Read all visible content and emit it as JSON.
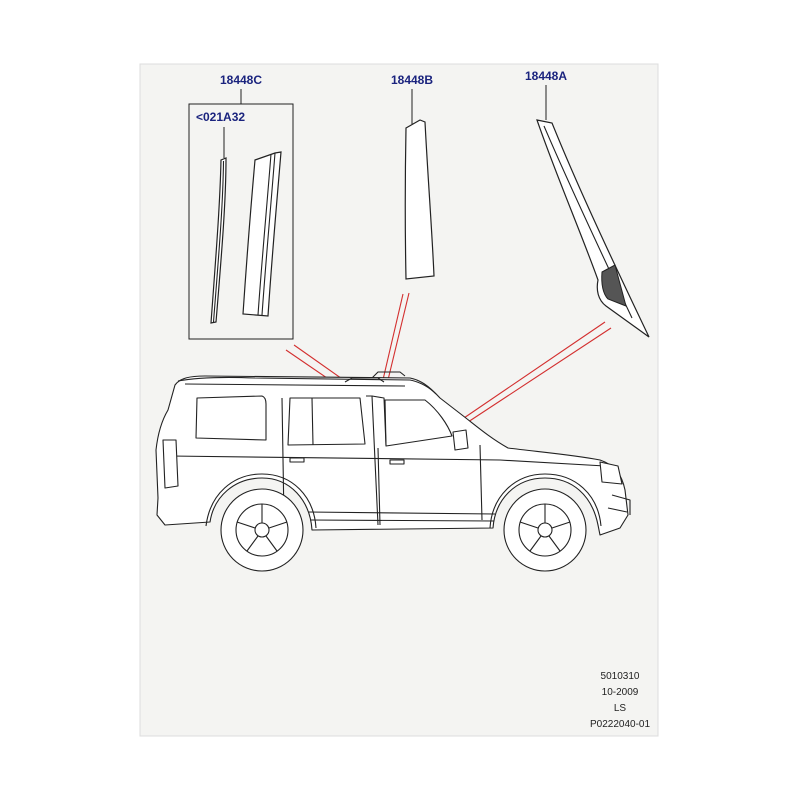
{
  "callouts": {
    "part_c": "18448C",
    "part_b": "18448B",
    "part_a": "18448A",
    "sub_part": "<021A32"
  },
  "reference_block": {
    "line1": "5010310",
    "line2": "10-2009",
    "line3": "LS",
    "line4": "P0222040-01"
  },
  "colors": {
    "background": "#f4f4f2",
    "callout_text": "#1a237e",
    "leader_red": "#d32f2f",
    "outline": "#222222"
  }
}
